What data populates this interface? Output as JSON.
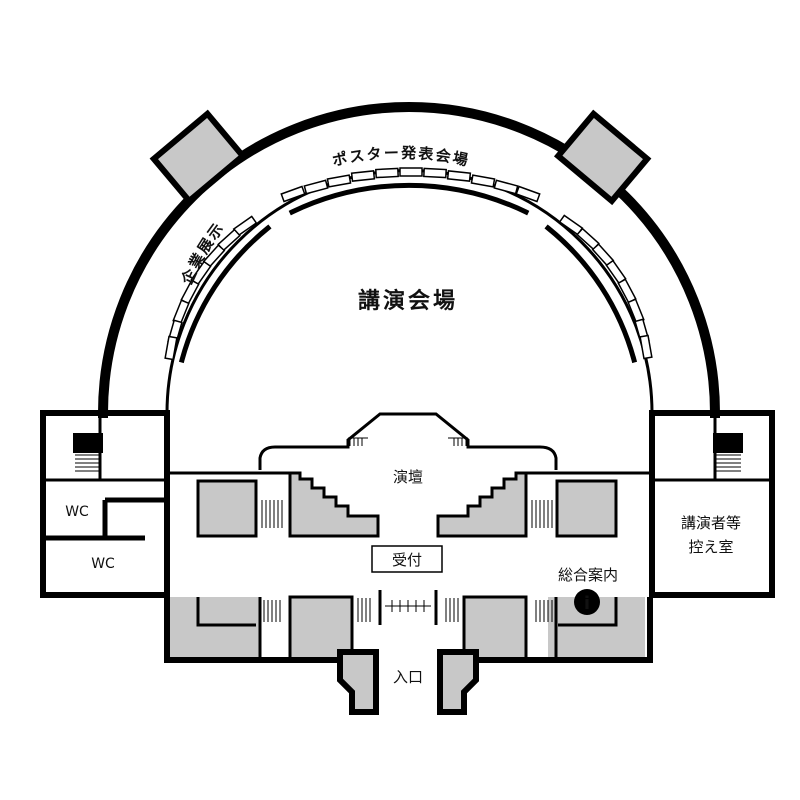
{
  "map": {
    "labels": {
      "poster_area": "ポスター発表会場",
      "exhibit_area": "企業展示",
      "lecture_hall": "講演会場",
      "stage": "演壇",
      "reception": "受付",
      "information": "総合案内",
      "info_symbol": "i",
      "entrance": "入口",
      "wc_upper": "WC",
      "wc_lower": "WC",
      "speaker_room_line1": "講演者等",
      "speaker_room_line2": "控え室"
    },
    "colors": {
      "wall": "#000000",
      "fill_gray": "#c8c8c8",
      "background": "#ffffff"
    }
  }
}
